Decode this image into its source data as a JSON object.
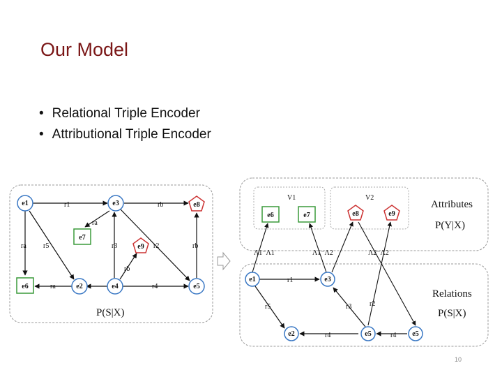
{
  "slide": {
    "title": "Our Model",
    "bullets": [
      "Relational Triple Encoder",
      "Attributional Triple Encoder"
    ],
    "page_number": "10"
  },
  "left_graph": {
    "caption": "P(S|X)",
    "nodes": [
      {
        "id": "e1",
        "label": "e1",
        "kind": "entity"
      },
      {
        "id": "e3",
        "label": "e3",
        "kind": "entity"
      },
      {
        "id": "e8",
        "label": "e8",
        "kind": "attribute-pentagon"
      },
      {
        "id": "e7",
        "label": "e7",
        "kind": "attribute-square"
      },
      {
        "id": "e9",
        "label": "e9",
        "kind": "attribute-pentagon"
      },
      {
        "id": "e6",
        "label": "e6",
        "kind": "attribute-square"
      },
      {
        "id": "e2",
        "label": "e2",
        "kind": "entity"
      },
      {
        "id": "e4",
        "label": "e4",
        "kind": "entity"
      },
      {
        "id": "e5",
        "label": "e5",
        "kind": "entity"
      }
    ],
    "edge_labels": [
      "r1",
      "rb",
      "ra",
      "ra",
      "r5",
      "r3",
      "r2",
      "rb",
      "rb",
      "ra",
      "r4"
    ]
  },
  "right_graph": {
    "attributes_caption": "Attributes",
    "attributes_formula": "P(Y|X)",
    "relations_caption": "Relations",
    "relations_formula": "P(S|X)",
    "groups": [
      {
        "label": "V1",
        "items": [
          "e6",
          "e7"
        ]
      },
      {
        "label": "V2",
        "items": [
          "e8",
          "e9"
        ]
      }
    ],
    "lambda_labels": [
      "Λ1⁻Λ1",
      "Λ1⁻Λ2",
      "Λ2⁻Λ2"
    ],
    "nodes": [
      "e1",
      "e3",
      "e2",
      "e5",
      "e5"
    ],
    "edge_labels": [
      "r1",
      "r5",
      "r3",
      "r2",
      "r4",
      "r4"
    ]
  },
  "colors": {
    "title": "#7a1616",
    "entity_stroke": "#3a78c4",
    "square_stroke": "#3a9a3a",
    "pentagon_stroke": "#cc3333"
  }
}
